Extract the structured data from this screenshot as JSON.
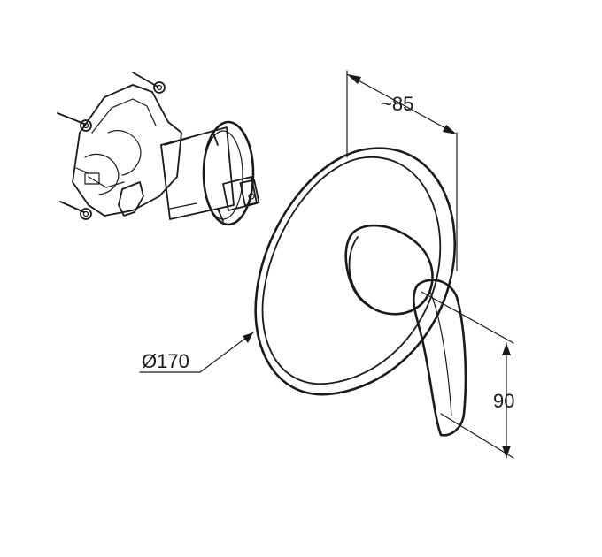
{
  "dimensions": {
    "depth_label": "~85",
    "diameter_label": "Ø170",
    "height_label": "90"
  },
  "colors": {
    "line": "#1a1a1a",
    "shade_dark": "#8a8a8a",
    "shade_light": "#c8c8c8",
    "background": "#ffffff"
  }
}
